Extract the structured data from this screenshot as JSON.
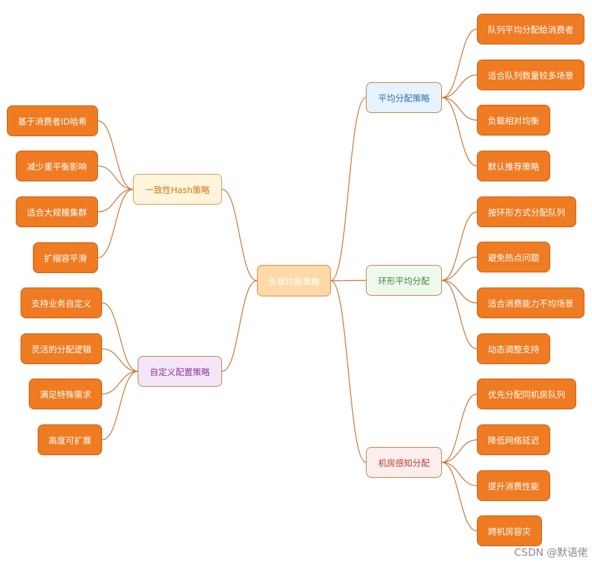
{
  "root": {
    "label": "负载均衡策略"
  },
  "branches": {
    "consistent_hash": {
      "label": "一致性Hash策略",
      "items": [
        "基于消费者ID哈希",
        "减少重平衡影响",
        "适合大规模集群",
        "扩缩容平滑"
      ]
    },
    "custom": {
      "label": "自定义配置策略",
      "items": [
        "支持业务自定义",
        "灵活的分配逻辑",
        "满足特殊需求",
        "高度可扩展"
      ]
    },
    "average": {
      "label": "平均分配策略",
      "items": [
        "队列平均分配给消费者",
        "适合队列数量较多场景",
        "负载相对均衡",
        "默认推荐策略"
      ]
    },
    "ring": {
      "label": "环形平均分配",
      "items": [
        "按环形方式分配队列",
        "避免热点问题",
        "适合消费能力不均场景",
        "动态调整支持"
      ]
    },
    "machine_room": {
      "label": "机房感知分配",
      "items": [
        "优先分配同机房队列",
        "降低网络延迟",
        "提升消费性能",
        "跨机房容灾"
      ]
    }
  },
  "colors": {
    "leaf_fill": "#ef7b22",
    "root_fill": "#fcd9a6",
    "edge": "#c9712a"
  },
  "watermark": "CSDN @默语佬"
}
